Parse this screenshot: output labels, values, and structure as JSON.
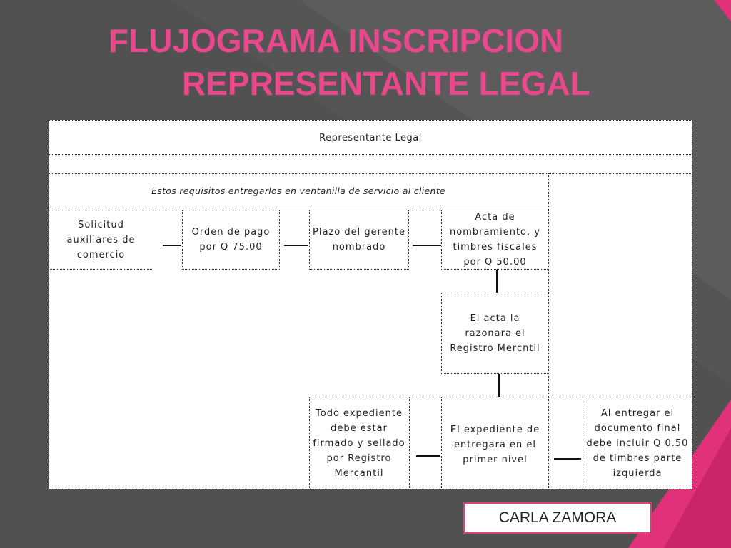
{
  "slide": {
    "title_line1": "FLUJOGRAMA INSCRIPCION",
    "title_line2": "REPRESENTANTE LEGAL",
    "author": "CARLA ZAMORA"
  },
  "colors": {
    "accent": "#e8488c",
    "background": "#5a5a5a",
    "name_border": "#e23d7b"
  },
  "diagram": {
    "header": "Representante Legal",
    "note": "Estos requisitos entregarlos en ventanilla de servicio al cliente",
    "boxes": {
      "solicitud": "Solicitud auxiliares de comercio",
      "orden_pago": "Orden de pago por Q 75.00",
      "plazo_gerente": "Plazo del gerente nombrado",
      "acta_nombramiento": "Acta de nombramiento, y timbres fiscales por Q 50.00",
      "acta_razonara": "El acta la razonara el Registro Mercntil",
      "todo_expediente": "Todo expediente debe estar firmado y sellado por Registro Mercantil",
      "expediente_entregara": "El expediente de entregara en el primer nivel",
      "al_entregar": "Al entregar el documento final debe incluir Q 0.50 de timbres parte izquierda"
    }
  }
}
